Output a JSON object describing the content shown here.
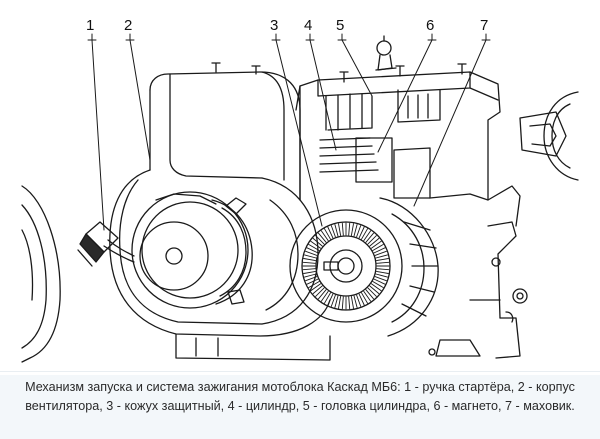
{
  "figure": {
    "labels": [
      "1",
      "2",
      "3",
      "4",
      "5",
      "6",
      "7"
    ]
  },
  "caption": {
    "text": "Механизм запуска и система зажигания мотоблока Каскад МБ6: 1 - ручка стартёра, 2 - корпус вентилятора, 3 - кожух защитный, 4 - цилиндр, 5 - головка цилиндра, 6 - магнето, 7 - маховик."
  },
  "colors": {
    "line": "#1a1a1a",
    "caption_bg": "#f3f7fa",
    "caption_text": "#2a2a2a"
  }
}
